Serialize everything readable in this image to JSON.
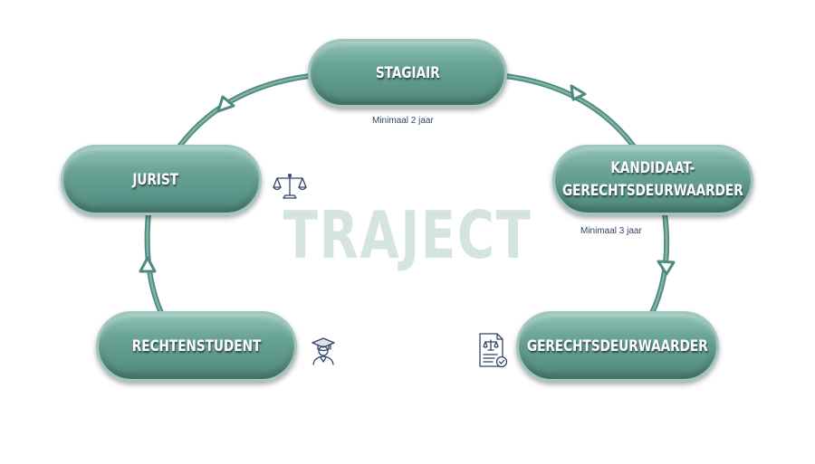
{
  "center_word": "TRAJECT",
  "nodes": {
    "stagiair": "STAGIAIR",
    "jurist": "JURIST",
    "kandidaat": "KANDIDAAT-\nGERECHTSDEURWAARDER",
    "rechtenstudent": "RECHTENSTUDENT",
    "gerechtsdeurwaarder": "GERECHTSDEURWAARDER"
  },
  "notes": {
    "stagiair_duration": "Minimaal 2 jaar",
    "kandidaat_duration": "Minimaal 3 jaar"
  },
  "icons": {
    "jurist": "scales-icon",
    "rechtenstudent": "graduate-icon",
    "gerechtsdeurwaarder": "legal-document-icon"
  },
  "colors": {
    "node_fill": "#5a9488",
    "connector": "#5e978b",
    "center_word": "#d4e4df",
    "note_text": "#2f4466"
  }
}
